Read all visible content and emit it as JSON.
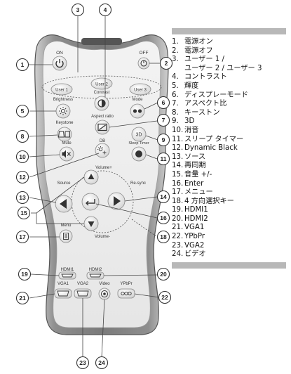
{
  "remote": {
    "labels": {
      "on": "ON",
      "off": "OFF",
      "user1": "User 1",
      "user2": "User 2",
      "user3": "User 3",
      "contrast": "Contrast",
      "brightness": "Brightness",
      "mode": "Mode",
      "aspect_ratio": "Aspect ratio",
      "keystone": "Keystone",
      "three_d": "3D",
      "mute": "Mute",
      "db": "DB",
      "sleep_timer": "Sleep Timer",
      "volume_plus": "Volume+",
      "volume_minus": "Volume-",
      "source": "Source",
      "resync": "Re-sync",
      "menu": "Menu",
      "hdmi1": "HDMI1",
      "hdmi2": "HDMI2",
      "vga1": "VGA1",
      "vga2": "VGA2",
      "video": "Video",
      "ypbpr": "YPbPr"
    },
    "callouts": [
      "1",
      "2",
      "3",
      "4",
      "5",
      "6",
      "7",
      "8",
      "9",
      "10",
      "11",
      "12",
      "13",
      "14",
      "15",
      "16",
      "17",
      "18",
      "19",
      "20",
      "21",
      "22",
      "23",
      "24"
    ]
  },
  "legend": [
    {
      "num": "1.",
      "text": "電源オン"
    },
    {
      "num": "2.",
      "text": "電源オフ"
    },
    {
      "num": "3.",
      "text": "ユーザー 1 /",
      "cont": "ユーザー 2 / ユーザー 3"
    },
    {
      "num": "4.",
      "text": "コントラスト"
    },
    {
      "num": "5.",
      "text": "輝度"
    },
    {
      "num": "6.",
      "text": "ディスプレーモード"
    },
    {
      "num": "7.",
      "text": "アスペクト比"
    },
    {
      "num": "8.",
      "text": "キーストン"
    },
    {
      "num": "9.",
      "text": "3D"
    },
    {
      "num": "10.",
      "text": "消音"
    },
    {
      "num": "11.",
      "text": "スリープ タイマー"
    },
    {
      "num": "12.",
      "text": "Dynamic Black"
    },
    {
      "num": "13.",
      "text": "ソース"
    },
    {
      "num": "14.",
      "text": "再同期"
    },
    {
      "num": "15.",
      "text": "音量 +/-"
    },
    {
      "num": "16.",
      "text": "Enter"
    },
    {
      "num": "17.",
      "text": "メニュー"
    },
    {
      "num": "18.",
      "text": "4 方向選択キー"
    },
    {
      "num": "19.",
      "text": "HDMI1"
    },
    {
      "num": "20.",
      "text": "HDMI2"
    },
    {
      "num": "21.",
      "text": "VGA1"
    },
    {
      "num": "22.",
      "text": "YPbPr"
    },
    {
      "num": "23.",
      "text": "VGA2"
    },
    {
      "num": "24.",
      "text": "ビデオ"
    }
  ]
}
